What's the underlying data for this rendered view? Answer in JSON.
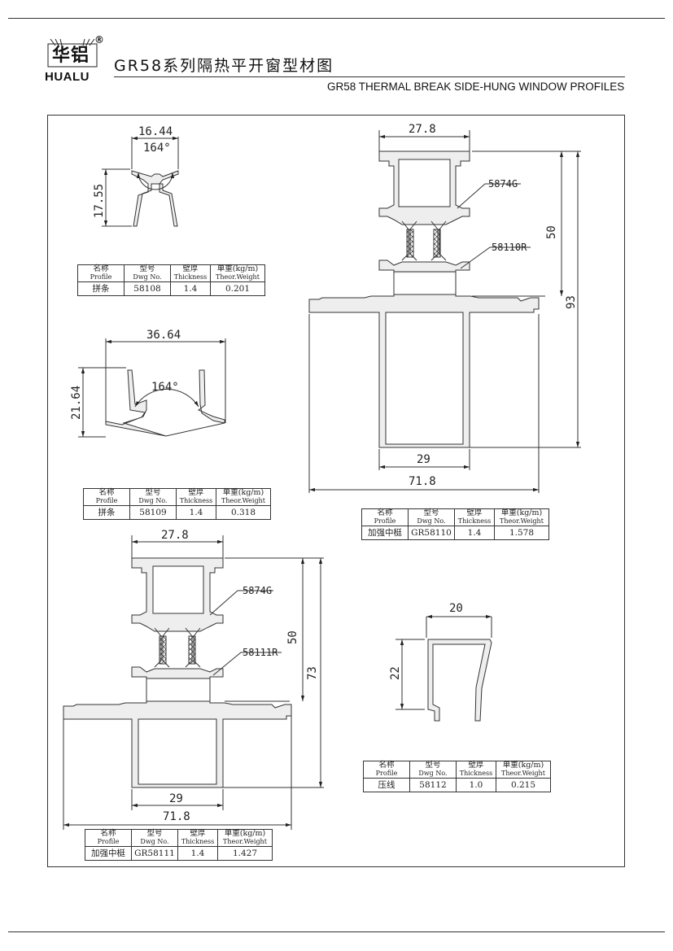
{
  "header": {
    "logo_cn": "华铝",
    "logo_en": "HUALU",
    "registered": "®",
    "title_cn": "GR58系列隔热平开窗型材图",
    "title_en": "GR58 THERMAL BREAK SIDE-HUNG WINDOW PROFILES"
  },
  "table_headers": {
    "name_cn": "名称",
    "name_en": "Profile",
    "dwg_cn": "型号",
    "dwg_en": "Dwg No.",
    "thk_cn": "壁厚",
    "thk_en": "Thickness",
    "wt_cn": "单重(kg/m)",
    "wt_en": "Theor.Weight"
  },
  "profiles": [
    {
      "name": "拼条",
      "dwg": "58108",
      "thickness": "1.4",
      "weight": "0.201",
      "dims": {
        "width": "16.44",
        "angle": "164°",
        "height": "17.55"
      }
    },
    {
      "name": "拼条",
      "dwg": "58109",
      "thickness": "1.4",
      "weight": "0.318",
      "dims": {
        "width": "36.64",
        "angle": "164°",
        "height": "21.64"
      }
    },
    {
      "name": "加强中梃",
      "dwg": "GR58110",
      "thickness": "1.4",
      "weight": "1.578",
      "dims": {
        "top": "27.8",
        "label1": "5874G",
        "label2": "58110R",
        "inner": "50",
        "total": "93",
        "bottom": "29",
        "width": "71.8"
      }
    },
    {
      "name": "加强中梃",
      "dwg": "GR58111",
      "thickness": "1.4",
      "weight": "1.427",
      "dims": {
        "top": "27.8",
        "label1": "5874G",
        "label2": "58111R",
        "inner": "50",
        "total": "73",
        "bottom": "29",
        "width": "71.8"
      }
    },
    {
      "name": "压线",
      "dwg": "58112",
      "thickness": "1.0",
      "weight": "0.215",
      "dims": {
        "width": "20",
        "height": "22"
      }
    }
  ]
}
